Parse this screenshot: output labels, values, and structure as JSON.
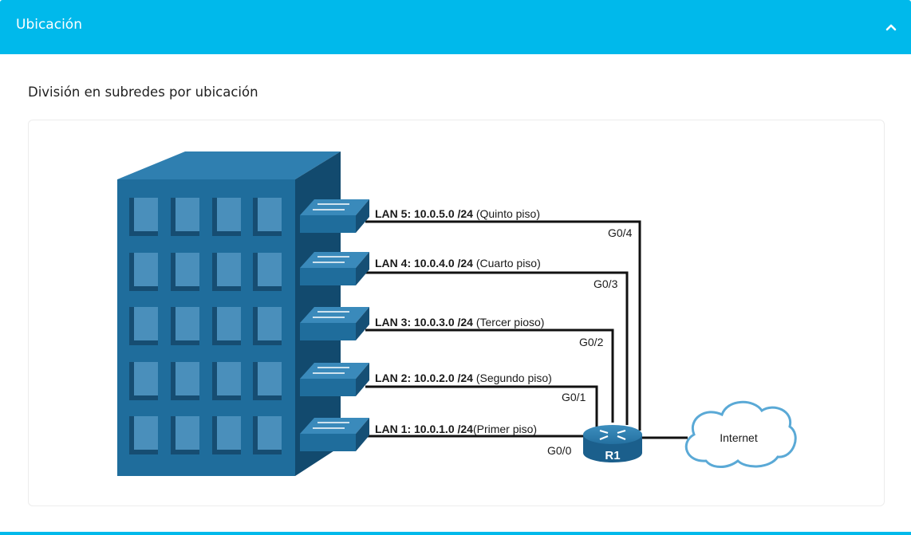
{
  "header": {
    "title": "Ubicación",
    "collapse_icon": "chevron-up-icon"
  },
  "section": {
    "title": "División en subredes por ubicación"
  },
  "diagram": {
    "lans": [
      {
        "label": "LAN 5: 10.0.5.0 /24",
        "desc": " (Quinto piso)",
        "port": "G0/4"
      },
      {
        "label": "LAN 4: 10.0.4.0 /24",
        "desc": " (Cuarto piso)",
        "port": "G0/3"
      },
      {
        "label": "LAN 3: 10.0.3.0 /24",
        "desc": " (Tercer pioso)",
        "port": "G0/2"
      },
      {
        "label": "LAN 2: 10.0.2.0 /24",
        "desc": " (Segundo piso)",
        "port": "G0/1"
      },
      {
        "label": "LAN 1: 10.0.1.0 /24",
        "desc": "(Primer piso)",
        "port": "G0/0"
      }
    ],
    "router": "R1",
    "cloud": "Internet"
  },
  "colors": {
    "accent": "#00b9eb",
    "building_front": "#1f6d9c",
    "building_side": "#124a6e",
    "building_top": "#2f7fb0"
  }
}
